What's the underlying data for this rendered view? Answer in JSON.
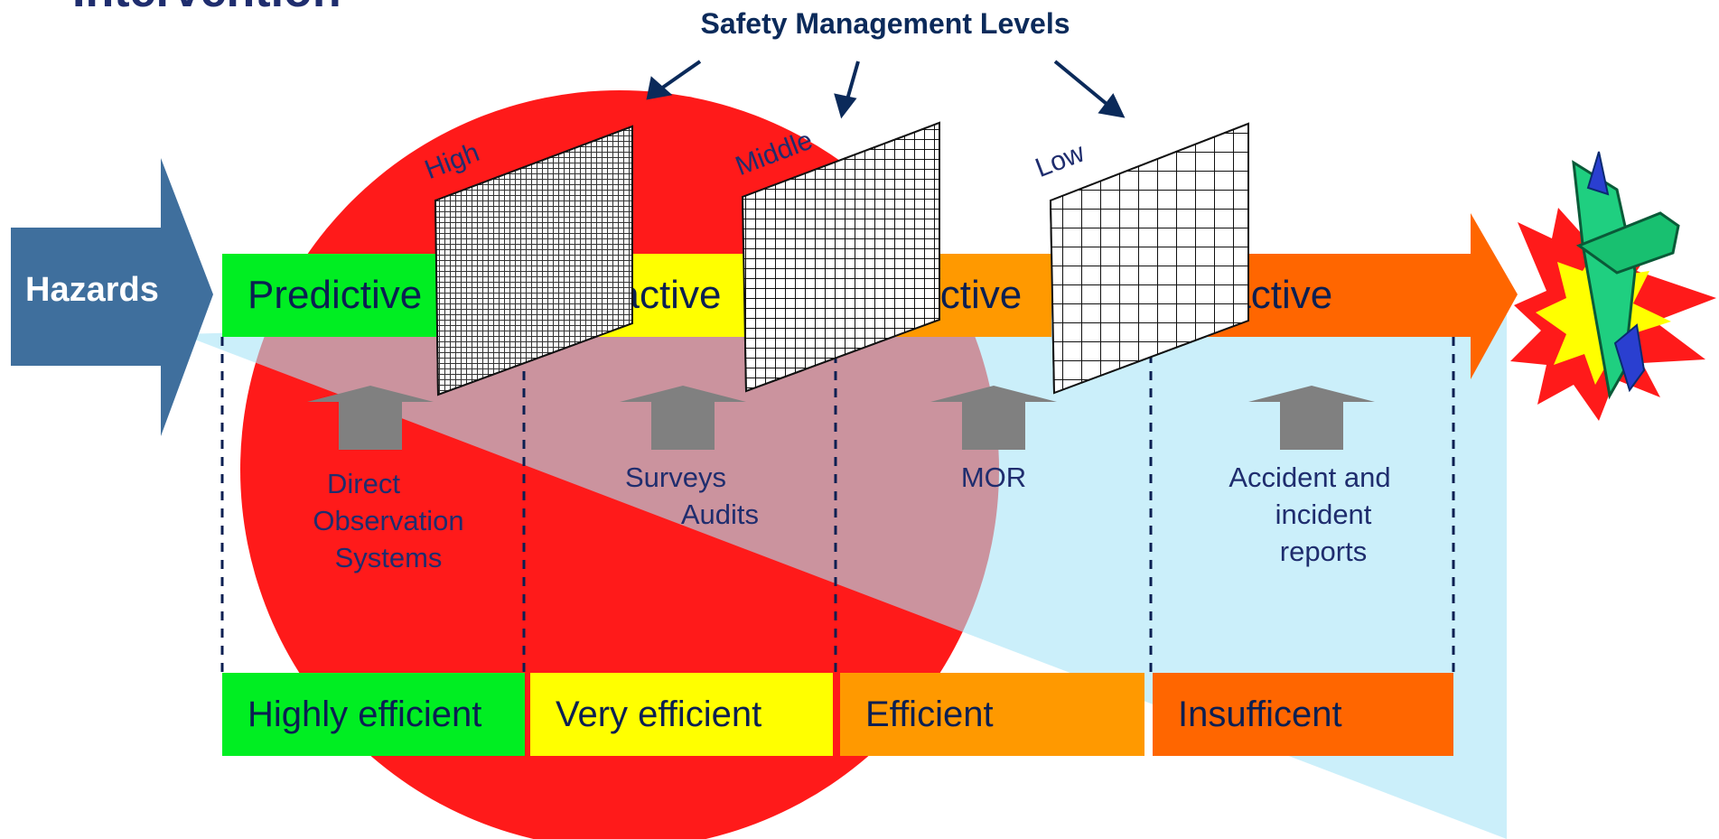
{
  "heading_fragment": "Intervention",
  "title": "Safety Management Levels",
  "input_label": "Hazards",
  "levels": [
    {
      "label": "High"
    },
    {
      "label": "Middle"
    },
    {
      "label": "Low"
    }
  ],
  "stages": [
    {
      "label": "Predictive",
      "color": "#00ee22"
    },
    {
      "label": "Proactive",
      "color": "#ffff00"
    },
    {
      "label": "Reactive",
      "color": "#ff9900"
    },
    {
      "label": "Reactive",
      "color": "#ff6600"
    }
  ],
  "sources": [
    {
      "lines": [
        "Direct",
        "Observation",
        "Systems"
      ]
    },
    {
      "lines": [
        "Surveys",
        "Audits"
      ]
    },
    {
      "lines": [
        "MOR"
      ]
    },
    {
      "lines": [
        "Accident and",
        "incident",
        "reports"
      ]
    }
  ],
  "efficiency": [
    {
      "label": "Highly efficient",
      "color": "#00ee22"
    },
    {
      "label": "Very efficient",
      "color": "#ffff00"
    },
    {
      "label": "Efficient",
      "color": "#ff9900"
    },
    {
      "label": "Insufficent",
      "color": "#ff6600"
    }
  ],
  "colors": {
    "circle": "#ff1a1a",
    "wedge": "#c9eef9",
    "hazard_arrow": "#3f6f9d",
    "up_arrow": "#808080",
    "dashed_line": "#0b1f52",
    "text_dark": "#1f2d6e"
  },
  "icons": [
    "explosion-icon",
    "airplane-icon"
  ]
}
